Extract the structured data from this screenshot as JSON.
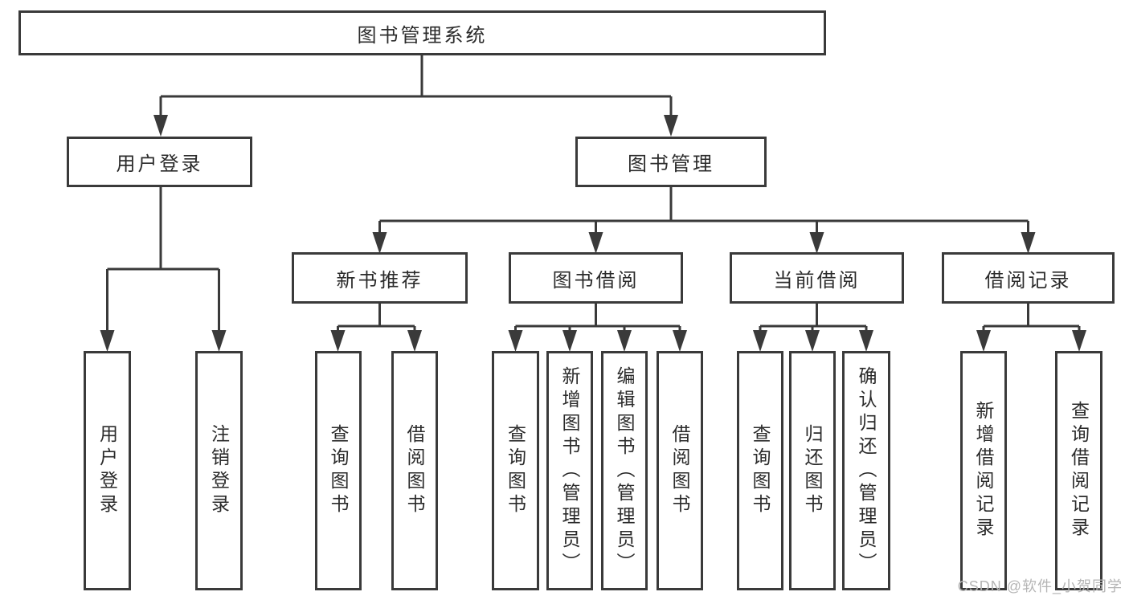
{
  "diagram": {
    "root": {
      "label": "图书管理系统"
    },
    "branches": [
      {
        "label": "用户登录",
        "children": [
          {
            "label": "用户登录"
          },
          {
            "label": "注销登录"
          }
        ]
      },
      {
        "label": "图书管理",
        "children": [
          {
            "label": "新书推荐",
            "children": [
              {
                "label": "查询图书"
              },
              {
                "label": "借阅图书"
              }
            ]
          },
          {
            "label": "图书借阅",
            "children": [
              {
                "label": "查询图书"
              },
              {
                "label": "新增图书（管理员）"
              },
              {
                "label": "编辑图书（管理员）"
              },
              {
                "label": "借阅图书"
              }
            ]
          },
          {
            "label": "当前借阅",
            "children": [
              {
                "label": "查询图书"
              },
              {
                "label": "归还图书"
              },
              {
                "label": "确认归还（管理员）"
              }
            ]
          },
          {
            "label": "借阅记录",
            "children": [
              {
                "label": "新增借阅记录"
              },
              {
                "label": "查询借阅记录"
              }
            ]
          }
        ]
      }
    ]
  },
  "watermark": {
    "text": "CSDN @软件_小贺同学"
  },
  "colors": {
    "line": "#3a3a3a",
    "box_border": "#3a3a3a",
    "text": "#2b2b2b",
    "background": "#ffffff",
    "watermark": "#b5b5b5"
  }
}
